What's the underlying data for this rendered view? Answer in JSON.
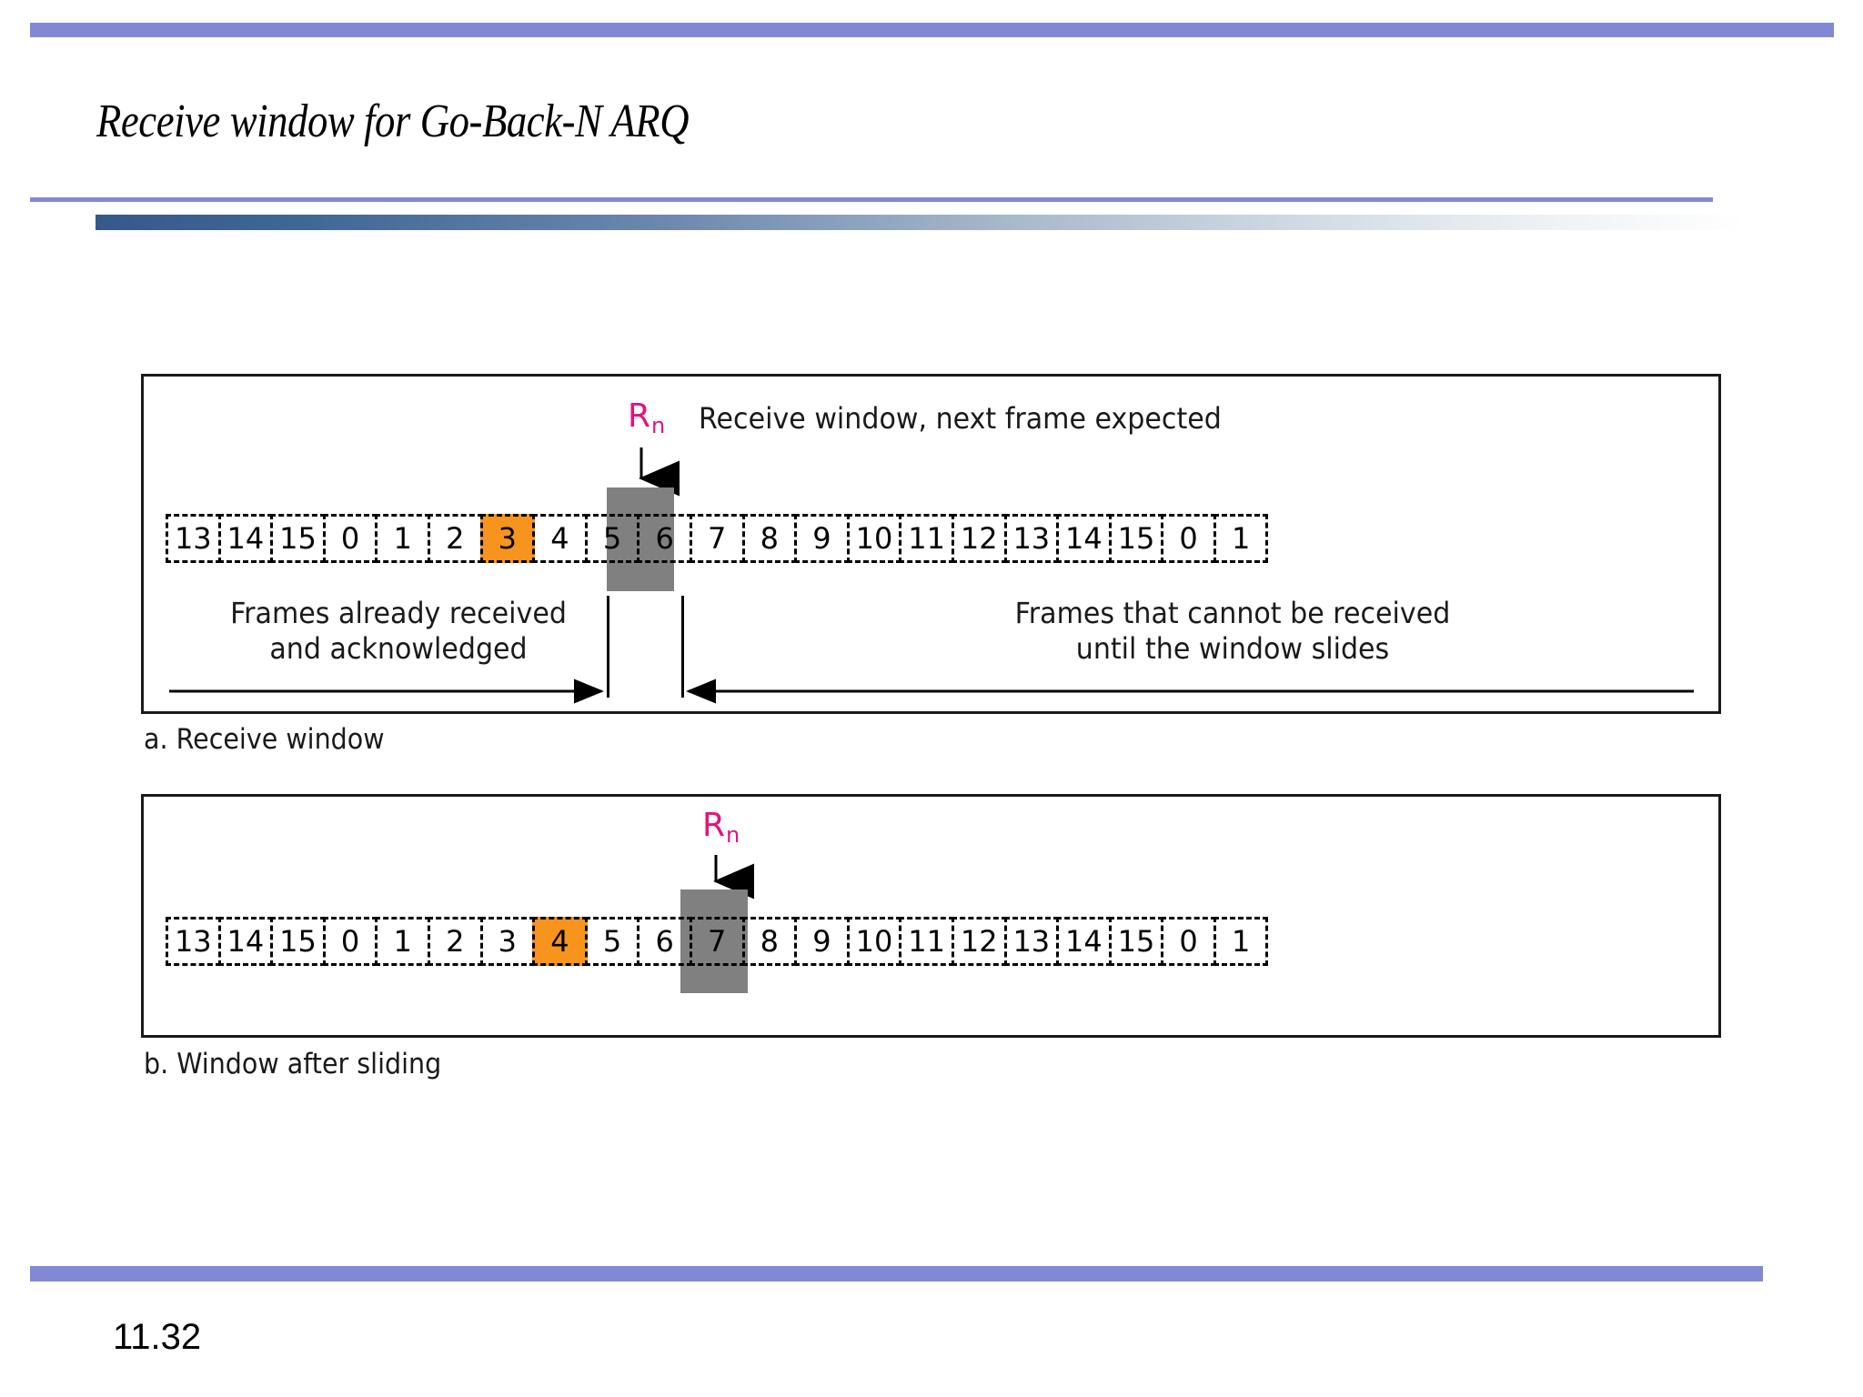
{
  "slide": {
    "title": "Receive window for Go-Back-N ARQ",
    "page_number": "11.32",
    "accent_color": "#8289d4",
    "gradient_start": "#36598c",
    "gradient_end": "#ffffff"
  },
  "figure": {
    "panels": [
      {
        "id": "a",
        "caption": "a. Receive window",
        "header_note": "Receive window, next frame expected",
        "rn_label": "R",
        "rn_subscript": "n",
        "rn_color": "#e5127d",
        "highlight_color": "#f7941d",
        "window_color": "#808080",
        "highlight_index": 6,
        "cells": [
          "13",
          "14",
          "15",
          "0",
          "1",
          "2",
          "3",
          "4",
          "5",
          "6",
          "7",
          "8",
          "9",
          "10",
          "11",
          "12",
          "13",
          "14",
          "15",
          "0",
          "1"
        ],
        "annotations": {
          "left_line1": "Frames already received",
          "left_line2": "and acknowledged",
          "right_line1": "Frames that cannot be received",
          "right_line2": "until the window slides"
        }
      },
      {
        "id": "b",
        "caption": "b. Window after sliding",
        "header_note": "",
        "rn_label": "R",
        "rn_subscript": "n",
        "rn_color": "#e5127d",
        "highlight_color": "#f7941d",
        "window_color": "#808080",
        "highlight_index": 7,
        "cells": [
          "13",
          "14",
          "15",
          "0",
          "1",
          "2",
          "3",
          "4",
          "5",
          "6",
          "7",
          "8",
          "9",
          "10",
          "11",
          "12",
          "13",
          "14",
          "15",
          "0",
          "1"
        ],
        "annotations": {}
      }
    ]
  }
}
